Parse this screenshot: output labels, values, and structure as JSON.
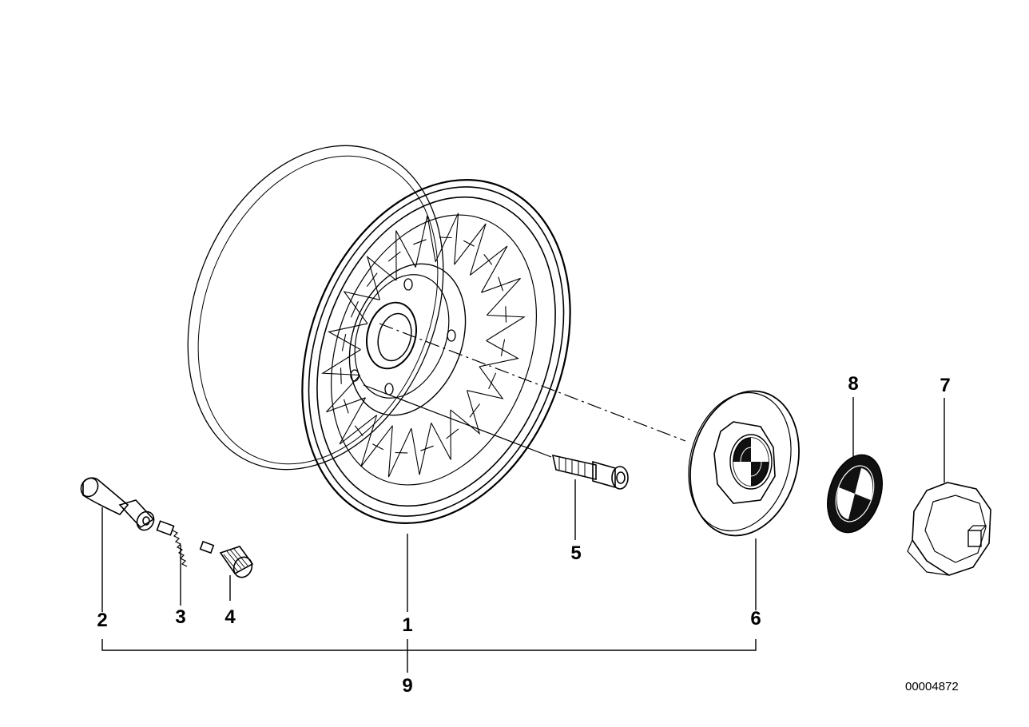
{
  "diagram": {
    "drawing_id": "00004872",
    "callouts": [
      {
        "id": "1",
        "label": "1"
      },
      {
        "id": "2",
        "label": "2"
      },
      {
        "id": "3",
        "label": "3"
      },
      {
        "id": "4",
        "label": "4"
      },
      {
        "id": "5",
        "label": "5"
      },
      {
        "id": "6",
        "label": "6"
      },
      {
        "id": "7",
        "label": "7"
      },
      {
        "id": "8",
        "label": "8"
      },
      {
        "id": "9",
        "label": "9"
      }
    ]
  },
  "colors": {
    "line": "#000000",
    "background": "#ffffff",
    "badge_dark": "#111111"
  }
}
